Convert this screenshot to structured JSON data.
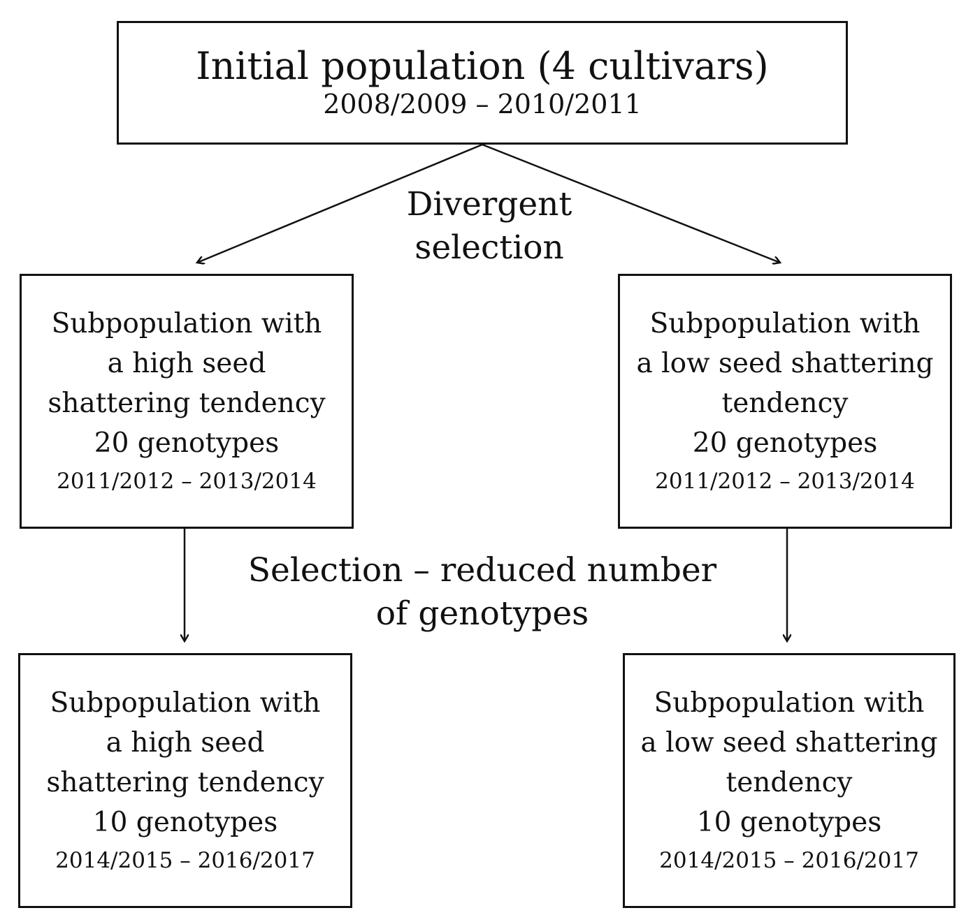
{
  "top_box": {
    "title": "Initial population (4 cultivars)",
    "years": "2008/2009 – 2010/2011"
  },
  "edge_labels": {
    "divergent_line1": "Divergent",
    "divergent_line2": "selection",
    "selection_line1": "Selection – reduced number",
    "selection_line2": "of genotypes"
  },
  "mid_left": {
    "lines": [
      "Subpopulation with",
      "a high seed",
      "shattering tendency"
    ],
    "count": "20 genotypes",
    "years": "2011/2012 – 2013/2014"
  },
  "mid_right": {
    "lines": [
      "Subpopulation with",
      "a low seed shattering",
      "tendency"
    ],
    "count": "20 genotypes",
    "years": "2011/2012 – 2013/2014"
  },
  "bot_left": {
    "lines": [
      "Subpopulation with",
      "a high seed",
      "shattering tendency"
    ],
    "count": "10 genotypes",
    "years": "2014/2015 – 2016/2017"
  },
  "bot_right": {
    "lines": [
      "Subpopulation with",
      "a low seed shattering",
      "tendency"
    ],
    "count": "10 genotypes",
    "years": "2014/2015 – 2016/2017"
  }
}
